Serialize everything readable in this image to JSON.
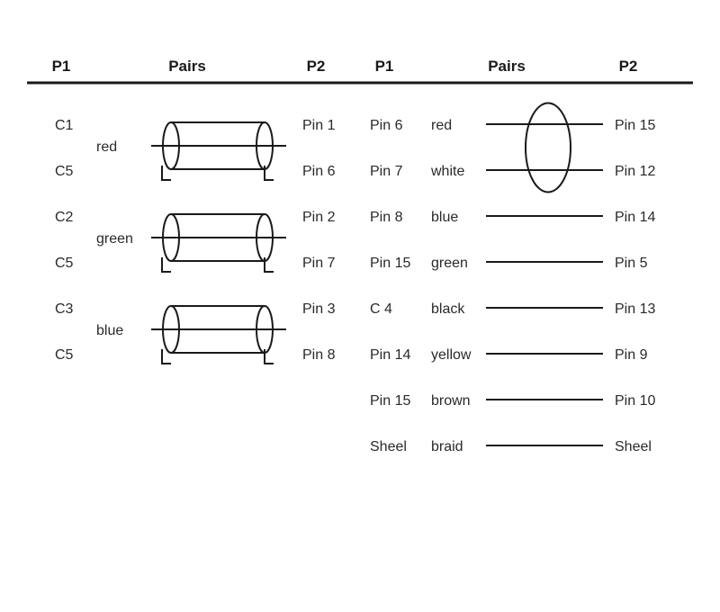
{
  "headers": {
    "left": {
      "p1": "P1",
      "pairs": "Pairs",
      "p2": "P2"
    },
    "right": {
      "p1": "P1",
      "pairs": "Pairs",
      "p2": "P2"
    }
  },
  "left_table": {
    "groups": [
      {
        "p1_top": "C1",
        "p1_bottom": "C5",
        "pair": "red",
        "p2_top": "Pin 1",
        "p2_bottom": "Pin 6"
      },
      {
        "p1_top": "C2",
        "p1_bottom": "C5",
        "pair": "green",
        "p2_top": "Pin 2",
        "p2_bottom": "Pin 7"
      },
      {
        "p1_top": "C3",
        "p1_bottom": "C5",
        "pair": "blue",
        "p2_top": "Pin 3",
        "p2_bottom": "Pin 8"
      }
    ]
  },
  "right_table": {
    "rows": [
      {
        "p1": "Pin 6",
        "pair": "red",
        "p2": "Pin 15",
        "twisted": true
      },
      {
        "p1": "Pin 7",
        "pair": "white",
        "p2": "Pin 12",
        "twisted": true
      },
      {
        "p1": "Pin 8",
        "pair": "blue",
        "p2": "Pin 14",
        "twisted": false
      },
      {
        "p1": "Pin 15",
        "pair": "green",
        "p2": "Pin 5",
        "twisted": false
      },
      {
        "p1": "C 4",
        "pair": "black",
        "p2": "Pin 13",
        "twisted": false
      },
      {
        "p1": "Pin 14",
        "pair": "yellow",
        "p2": "Pin 9",
        "twisted": false
      },
      {
        "p1": "Pin 15",
        "pair": "brown",
        "p2": "Pin 10",
        "twisted": false
      },
      {
        "p1": "Sheel",
        "pair": "braid",
        "p2": "Sheel",
        "twisted": false
      }
    ]
  },
  "colors": {
    "ink": "#1a1a1a",
    "background": "#ffffff"
  }
}
